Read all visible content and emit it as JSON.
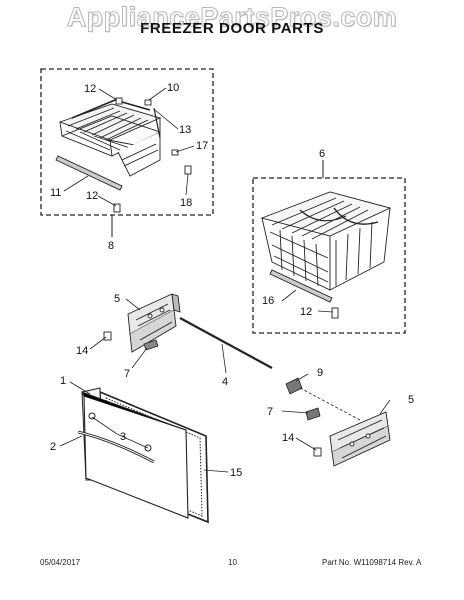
{
  "watermark": "AppliancePartsPros.com",
  "title": "FREEZER DOOR PARTS",
  "footer": {
    "date": "05/04/2017",
    "page": "10",
    "part_number": "Part No. W11098714  Rev. A"
  },
  "callouts": {
    "c1": "1",
    "c2": "2",
    "c3": "3",
    "c4": "4",
    "c5a": "5",
    "c5b": "5",
    "c6": "6",
    "c7a": "7",
    "c7b": "7",
    "c8": "8",
    "c9": "9",
    "c10": "10",
    "c11": "11",
    "c12a": "12",
    "c12b": "12",
    "c12c": "12",
    "c13": "13",
    "c14a": "14",
    "c14b": "14",
    "c15": "15",
    "c16": "16",
    "c17": "17",
    "c18": "18"
  }
}
